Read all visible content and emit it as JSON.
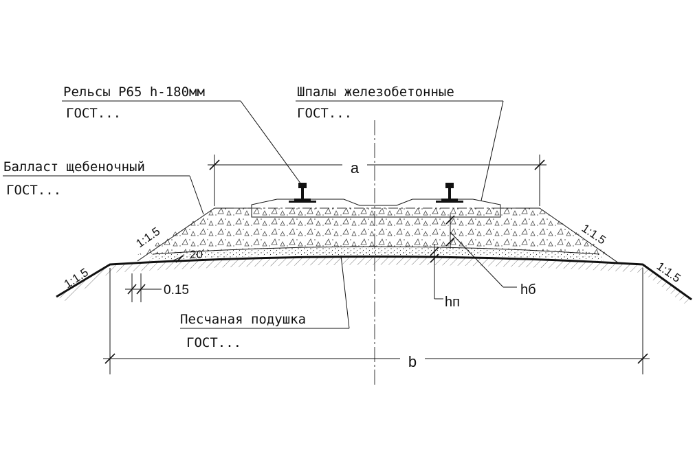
{
  "labels": {
    "rails": {
      "title": "Рельсы Р65 h-180мм",
      "standard": "ГОСТ..."
    },
    "sleepers": {
      "title": "Шпалы железобетонные",
      "standard": "ГОСТ..."
    },
    "ballast": {
      "title": "Балласт щебеночный",
      "standard": "ГОСТ..."
    },
    "sand": {
      "title": "Песчаная подушка",
      "standard": "ГОСТ..."
    }
  },
  "dimensions": {
    "top_width": "a",
    "base_width": "b",
    "sand_thickness": "hп",
    "ballast_thickness": "hб",
    "offset": "0.15",
    "angle": "20"
  },
  "slopes": {
    "ballast_left": "1:1.5",
    "ballast_right": "1:1.5",
    "embankment_left": "1:1.5",
    "embankment_right": "1:1.5"
  },
  "colors": {
    "ink": "#111111",
    "background": "#ffffff"
  }
}
